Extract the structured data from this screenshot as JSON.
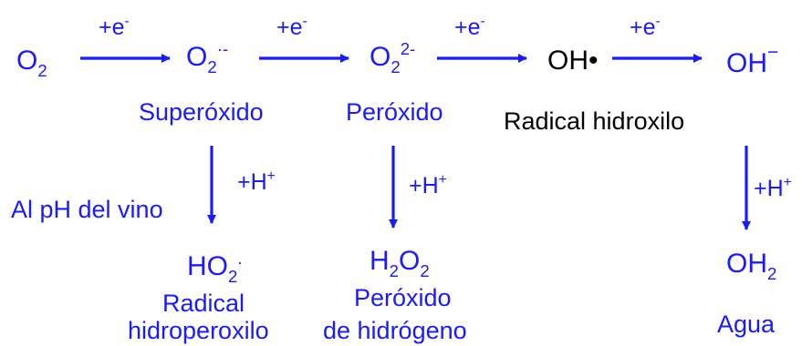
{
  "colors": {
    "primary": "#1a1aff",
    "black": "#000000"
  },
  "reaction": {
    "electron_label": "+e",
    "electron_charge": "-",
    "proton_label": "+H",
    "proton_charge": "+"
  },
  "species": {
    "o2": {
      "symbol": "O",
      "subscript": "2"
    },
    "superoxide": {
      "symbol": "O",
      "subscript": "2",
      "charge": "·-",
      "name": "Superóxido"
    },
    "peroxide": {
      "symbol": "O",
      "subscript": "2",
      "charge": "2-",
      "name": "Peróxido"
    },
    "hydroxyl_radical": {
      "formula": "OH•",
      "name": "Radical hidroxilo"
    },
    "hydroxide": {
      "formula": "OH",
      "charge": "−"
    }
  },
  "products": {
    "hydroperoxyl": {
      "symbol": "HO",
      "subscript": "2",
      "charge": ".",
      "name_line1": "Radical",
      "name_line2": "hidroperoxilo",
      "condition": "Al pH del vino"
    },
    "hydrogen_peroxide": {
      "h": "H",
      "h_sub": "2",
      "o": "O",
      "o_sub": "2",
      "name_line1": "Peróxido",
      "name_line2": "de hidrógeno"
    },
    "water": {
      "symbol": "OH",
      "subscript": "2",
      "name": "Agua"
    }
  }
}
